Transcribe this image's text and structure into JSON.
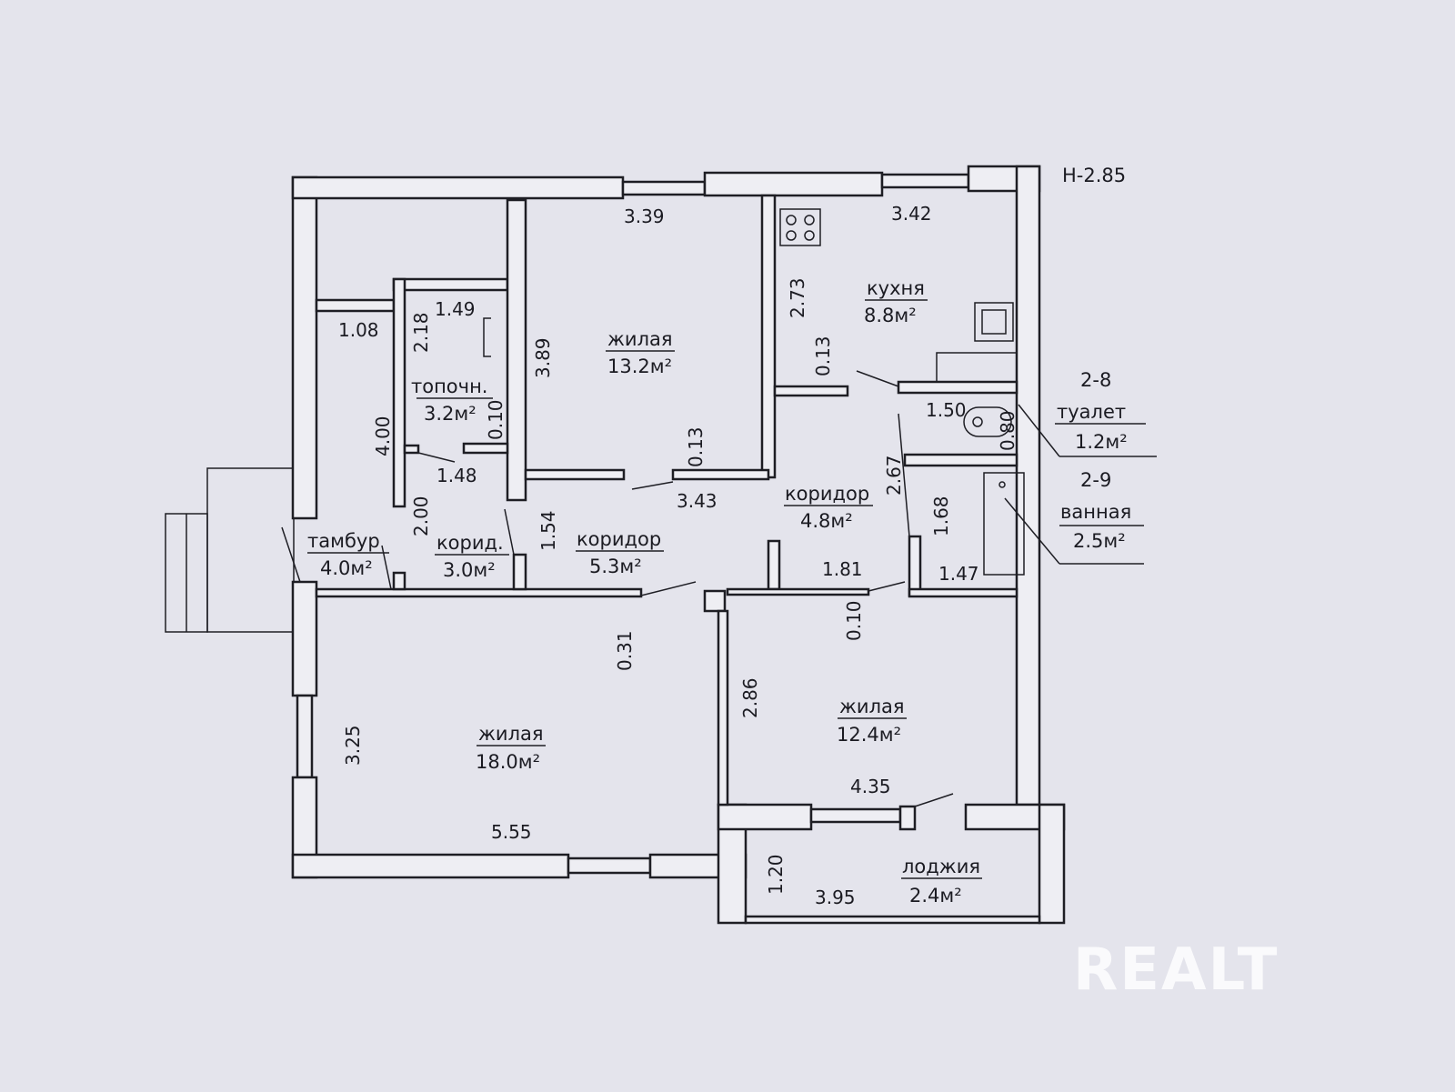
{
  "height_label": "H-2.85",
  "watermark": "REALT",
  "rooms": [
    {
      "name": "жилая",
      "area": "13.2м²"
    },
    {
      "name": "кухня",
      "area": "8.8м²"
    },
    {
      "name": "топочн.",
      "area": "3.2м²"
    },
    {
      "name": "коридор",
      "area": "4.8м²"
    },
    {
      "name": "тамбур",
      "area": "4.0м²"
    },
    {
      "name": "корид.",
      "area": "3.0м²"
    },
    {
      "name": "коридор",
      "area": "5.3м²"
    },
    {
      "name": "жилая",
      "area": "18.0м²"
    },
    {
      "name": "жилая",
      "area": "12.4м²"
    },
    {
      "name": "лоджия",
      "area": "2.4м²"
    },
    {
      "name": "туалет",
      "area": "1.2м²",
      "code": "2-8"
    },
    {
      "name": "ванная",
      "area": "2.5м²",
      "code": "2-9"
    }
  ],
  "dims": [
    "3.39",
    "3.42",
    "1.49",
    "1.08",
    "2.18",
    "3.89",
    "2.73",
    "0.13",
    "0.10",
    "4.00",
    "1.48",
    "0.13",
    "3.43",
    "2.67",
    "1.50",
    "0.80",
    "1.68",
    "2.00",
    "1.54",
    "1.81",
    "1.47",
    "0.31",
    "0.10",
    "2.86",
    "3.25",
    "4.35",
    "5.55",
    "1.20",
    "3.95"
  ]
}
